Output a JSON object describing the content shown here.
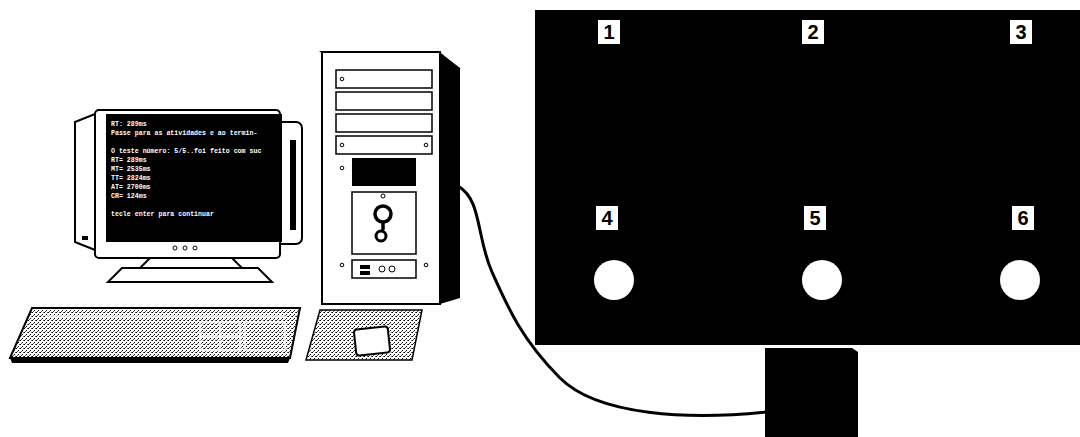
{
  "diagram": {
    "nodes": [
      {
        "text": [
          "RT: 289ms",
          "Passe para as atividades e ao termin-",
          "O teste número: 5/5..foi feito com suc",
          "RT= 289ms",
          "MT= 2535ms",
          "TT= 2824ms",
          "AT= 2700ms",
          "CR= 124ms",
          "tecle enter para continuar"
        ]
      },
      {
        "text": [
          "1"
        ]
      },
      {
        "text": [
          "2"
        ]
      },
      {
        "text": [
          "3"
        ]
      },
      {
        "text": [
          "4"
        ]
      },
      {
        "text": [
          "5"
        ]
      },
      {
        "text": [
          "6"
        ]
      }
    ]
  }
}
